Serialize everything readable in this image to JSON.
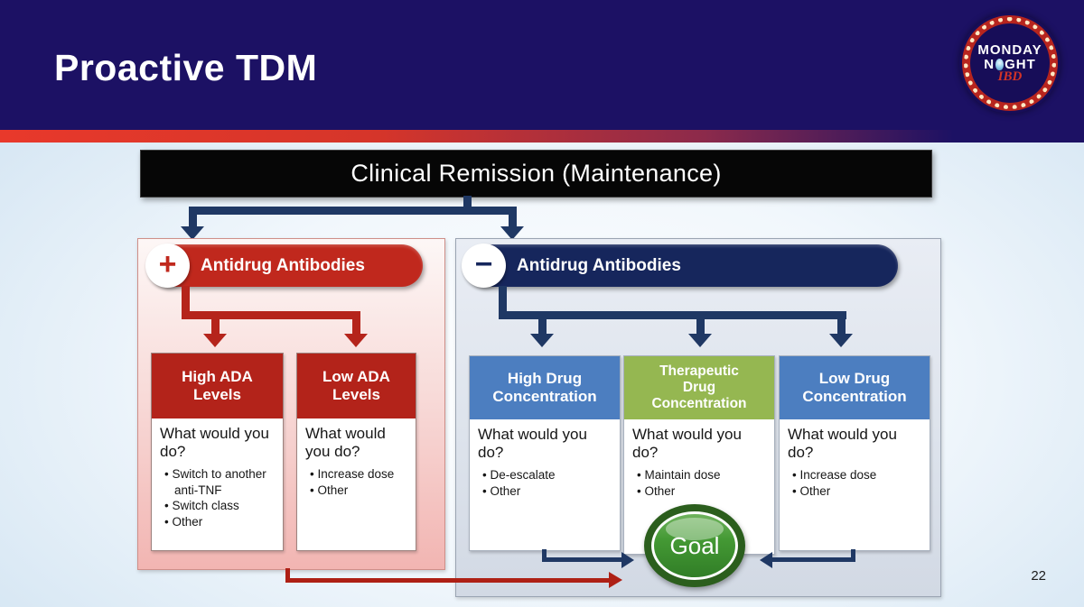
{
  "slide": {
    "title": "Proactive TDM",
    "page_number": "22",
    "logo": {
      "line1": "MONDAY",
      "line2_left": "N",
      "line2_right": "GHT",
      "script": "IBD"
    }
  },
  "root_box": {
    "label": "Clinical Remission (Maintenance)"
  },
  "left_branch": {
    "header": {
      "sign": "+",
      "label": "Antidrug Antibodies"
    },
    "boxes": [
      {
        "title": "High ADA Levels",
        "question": "What would you do?",
        "bullets": [
          "Switch to another anti-TNF",
          "Switch class",
          "Other"
        ]
      },
      {
        "title": "Low ADA Levels",
        "question": "What would you do?",
        "bullets": [
          "Increase dose",
          "Other"
        ]
      }
    ]
  },
  "right_branch": {
    "header": {
      "sign": "−",
      "label": "Antidrug Antibodies"
    },
    "boxes": [
      {
        "title": "High Drug Concentration",
        "question": "What would you do?",
        "bullets": [
          "De-escalate",
          "Other"
        ]
      },
      {
        "title": "Therapeutic Drug Concentration",
        "question": "What would you do?",
        "bullets": [
          "Maintain dose",
          "Other"
        ]
      },
      {
        "title": "Low Drug Concentration",
        "question": "What would you do?",
        "bullets": [
          "Increase dose",
          "Other"
        ]
      }
    ],
    "goal_label": "Goal"
  },
  "colors": {
    "header_navy": "#1c1164",
    "accent_red": "#b5241b",
    "connector_navy": "#1f3864",
    "red_header": "#b3231a",
    "blue_header": "#4c7ec0",
    "green_header": "#95b751",
    "goal_green": "#2b5e1d"
  }
}
